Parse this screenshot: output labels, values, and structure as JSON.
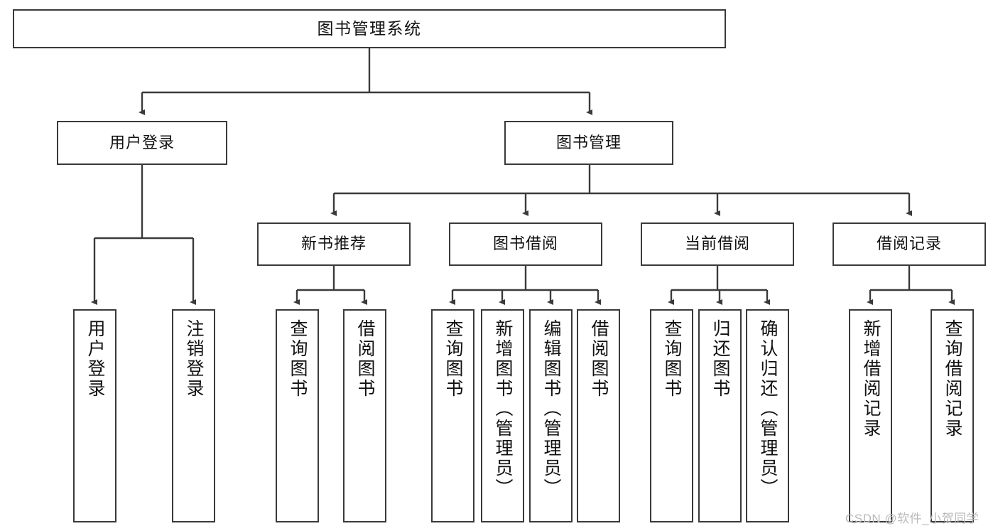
{
  "diagram": {
    "title": "图书管理系统",
    "type": "tree-structure-chart",
    "root": {
      "label": "图书管理系统"
    },
    "level2": [
      {
        "label": "用户登录"
      },
      {
        "label": "图书管理"
      }
    ],
    "level3": [
      {
        "label": "新书推荐"
      },
      {
        "label": "图书借阅"
      },
      {
        "label": "当前借阅"
      },
      {
        "label": "借阅记录"
      }
    ],
    "leaves": [
      {
        "label": "用户登录",
        "parent": "用户登录"
      },
      {
        "label": "注销登录",
        "parent": "用户登录"
      },
      {
        "label": "查询图书",
        "parent": "新书推荐"
      },
      {
        "label": "借阅图书",
        "parent": "新书推荐"
      },
      {
        "label": "查询图书",
        "parent": "图书借阅"
      },
      {
        "label": "新增图书（管理员）",
        "parent": "图书借阅"
      },
      {
        "label": "编辑图书（管理员）",
        "parent": "图书借阅"
      },
      {
        "label": "借阅图书",
        "parent": "图书借阅"
      },
      {
        "label": "查询图书",
        "parent": "当前借阅"
      },
      {
        "label": "归还图书",
        "parent": "当前借阅"
      },
      {
        "label": "确认归还（管理员）",
        "parent": "当前借阅"
      },
      {
        "label": "新增借阅记录",
        "parent": "借阅记录"
      },
      {
        "label": "查询借阅记录",
        "parent": "借阅记录"
      }
    ]
  },
  "watermark": {
    "text": "CSDN @软件_小贺同学"
  },
  "colors": {
    "border": "#3a3a3a",
    "fill": "#ffffff",
    "text": "#111111",
    "edge": "#3a3a3a",
    "watermark": "#b9b9b9"
  }
}
